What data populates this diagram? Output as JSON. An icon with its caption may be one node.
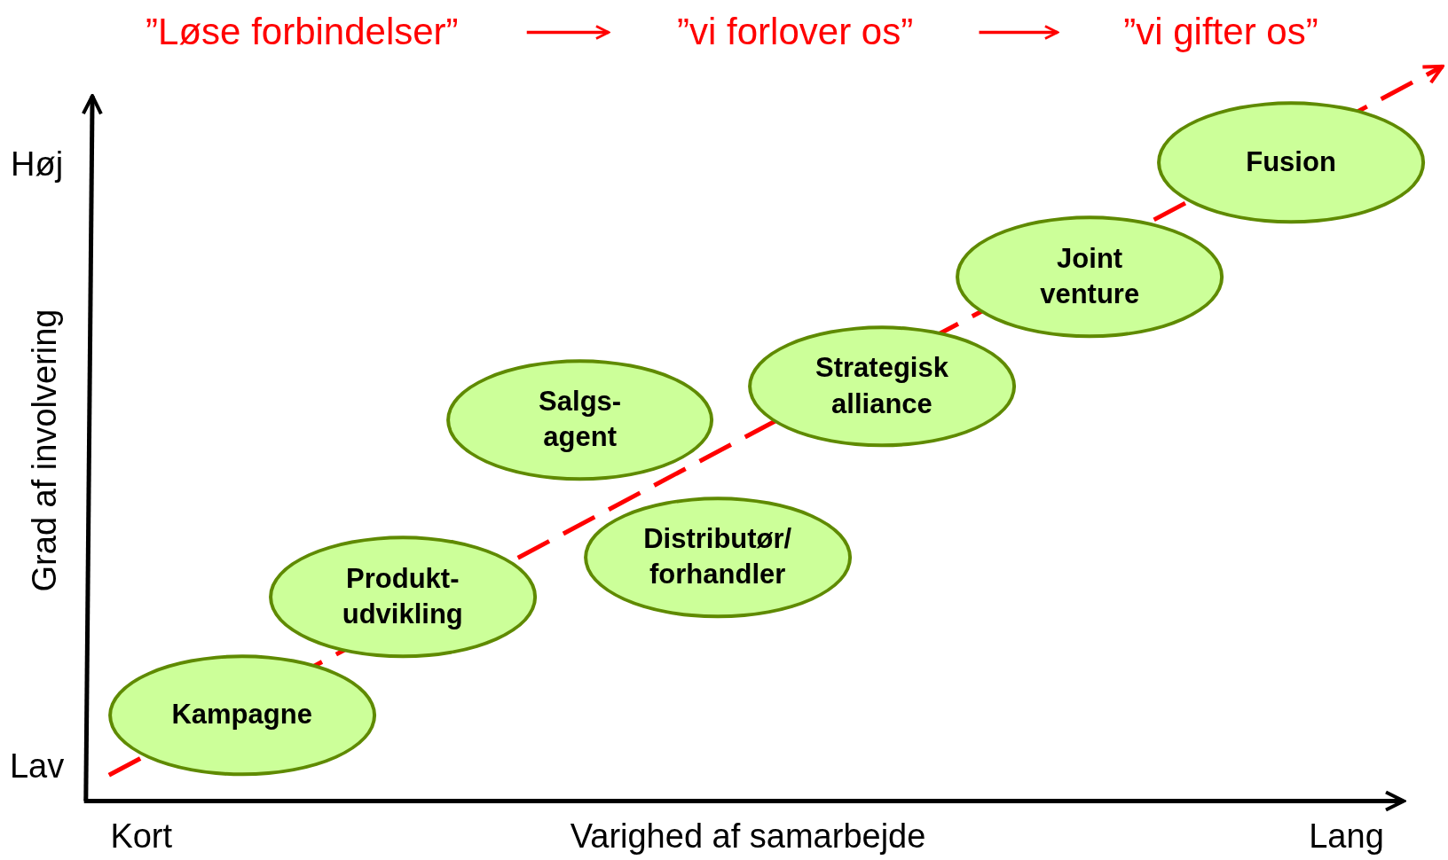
{
  "diagram": {
    "nodes": [
      {
        "text": [
          "”Løse forbindelser”"
        ]
      },
      {
        "text": [
          "”vi forlover os”"
        ]
      },
      {
        "text": [
          "”vi gifter os”"
        ]
      },
      {
        "text": [
          "Kampagne"
        ]
      },
      {
        "text": [
          "Produkt- udvikling"
        ]
      },
      {
        "text": [
          "Salgs- agent"
        ]
      },
      {
        "text": [
          "Distributør/ forhandler"
        ]
      },
      {
        "text": [
          "Strategisk alliance"
        ]
      },
      {
        "text": [
          "Joint venture"
        ]
      },
      {
        "text": [
          "Fusion"
        ]
      }
    ],
    "edges": [
      {
        "from": 0,
        "to": 1,
        "arrow": "to"
      },
      {
        "from": 1,
        "to": 2,
        "arrow": "to"
      }
    ],
    "labels": [
      "Høj",
      "Grad af involvering",
      "Lav",
      "Kort",
      "Varighed af samarbejde",
      "Lang"
    ]
  }
}
